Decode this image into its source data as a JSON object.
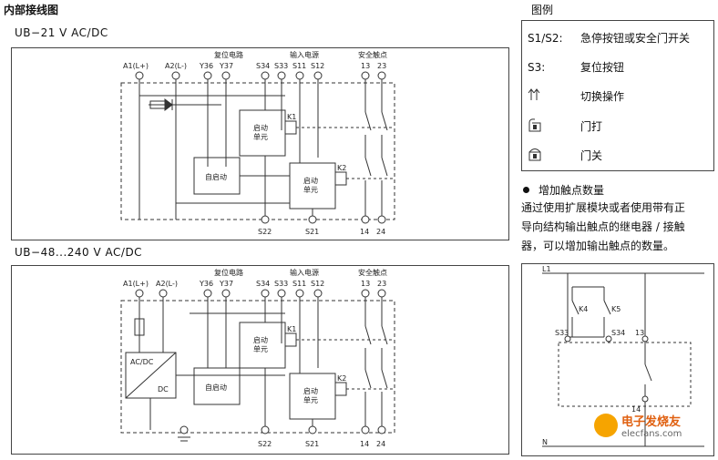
{
  "title": "内部接线图",
  "legend_title": "图例",
  "diagram1": {
    "caption": "UB−21 V AC/DC",
    "group_labels": [
      "复位电路",
      "输入电源",
      "安全触点"
    ],
    "top_terminals": [
      "A1(L+)",
      "A2(L-)",
      "Y36",
      "Y37",
      "S34",
      "S33",
      "S11",
      "S12",
      "13",
      "23"
    ],
    "bottom_terminals": [
      "S22",
      "S21",
      "14",
      "24"
    ],
    "block_labels": [
      "启动\n单元",
      "启动\n单元",
      "自启动"
    ],
    "relays": [
      "K1",
      "K2"
    ]
  },
  "diagram2": {
    "caption": "UB−48...240 V AC/DC",
    "group_labels": [
      "复位电路",
      "输入电源",
      "安全触点"
    ],
    "top_terminals": [
      "A1(L+)",
      "A2(L-)",
      "Y36",
      "Y37",
      "S34",
      "S33",
      "S11",
      "S12",
      "13",
      "23"
    ],
    "bottom_terminals": [
      "S22",
      "S21",
      "14",
      "24"
    ],
    "block_labels": [
      "启动\n单元",
      "启动\n单元",
      "自启动"
    ],
    "converter_labels": [
      "AC/DC",
      "DC"
    ],
    "relays": [
      "K1",
      "K2"
    ]
  },
  "legend": [
    {
      "symbol": "S1/S2:",
      "text": "急停按钮或安全门开关"
    },
    {
      "symbol": "S3:",
      "text": "复位按钮"
    },
    {
      "symbol": "switch-arrow-icon",
      "text": "切换操作"
    },
    {
      "symbol": "door-open-icon",
      "text": "门打"
    },
    {
      "symbol": "door-closed-icon",
      "text": "门关"
    }
  ],
  "bullet_title": "增加触点数量",
  "paragraph": [
    "通过使用扩展模块或者使用带有正",
    "导向结构输出触点的继电器 / 接触",
    "器，可以增加输出触点的数量。"
  ],
  "ext_diagram": {
    "labels": [
      "L1",
      "N",
      "K4",
      "K5",
      "S33",
      "S34",
      "13",
      "14"
    ]
  },
  "watermark": [
    "电子发烧友",
    "elecfans.com"
  ]
}
